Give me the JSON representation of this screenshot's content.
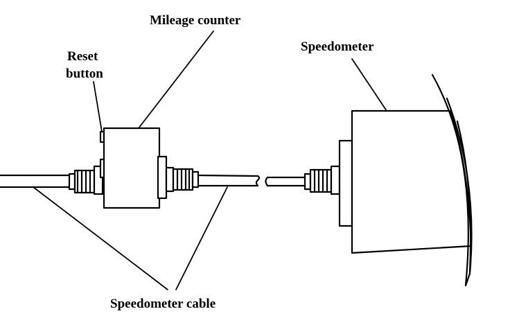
{
  "labels": {
    "mileage_counter": "Mileage counter",
    "reset_line1": "Reset",
    "reset_line2": "button",
    "speedometer": "Speedometer",
    "speedometer_cable": "Speedometer cable"
  },
  "colors": {
    "line": "#000000",
    "background": "#ffffff"
  }
}
